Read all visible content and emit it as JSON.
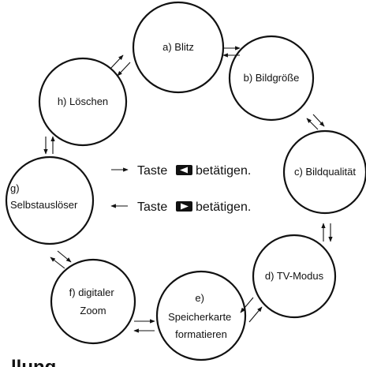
{
  "nodes": [
    {
      "id": "a",
      "lines": [
        "a) Blitz"
      ]
    },
    {
      "id": "b",
      "lines": [
        "b) Bildgröße"
      ]
    },
    {
      "id": "c",
      "lines": [
        "c) Bildqualität"
      ]
    },
    {
      "id": "d",
      "lines": [
        "d) TV-Modus"
      ]
    },
    {
      "id": "e",
      "lines": [
        "e)",
        "Speicherkarte",
        "formatieren"
      ]
    },
    {
      "id": "f",
      "lines": [
        "f) digitaler",
        "Zoom"
      ]
    },
    {
      "id": "g",
      "lines": [
        "g)",
        "Selbstauslöser"
      ]
    },
    {
      "id": "h",
      "lines": [
        "h) Löschen"
      ]
    }
  ],
  "legend": {
    "forward": {
      "before": "Taste",
      "after": "betätigen."
    },
    "backward": {
      "before": "Taste",
      "after": "betätigen."
    }
  },
  "truncated_heading": "...llung..."
}
